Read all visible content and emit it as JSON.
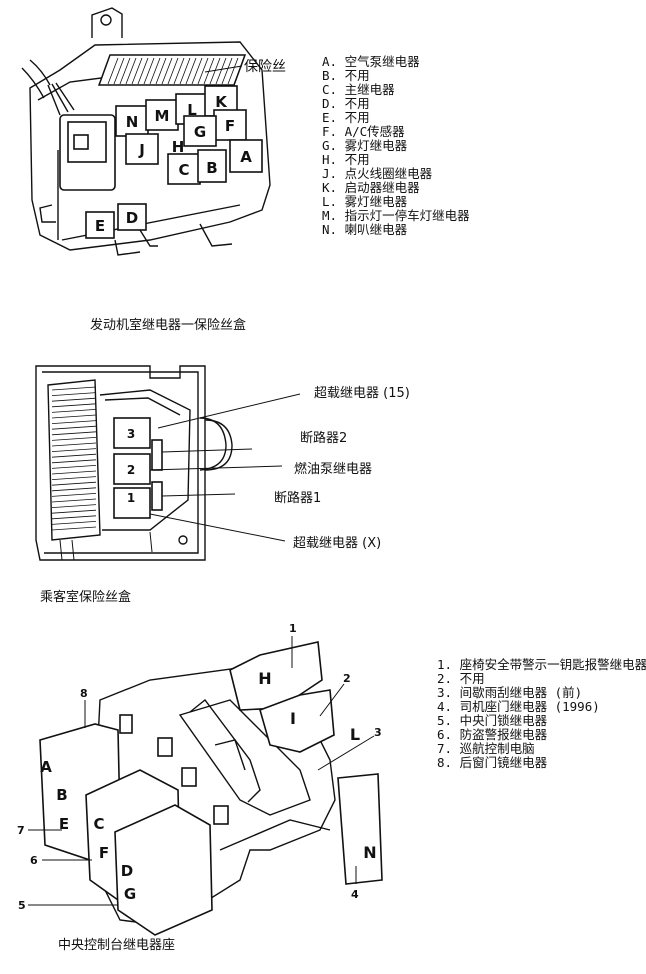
{
  "engine": {
    "caption": "发动机室继电器一保险丝盒",
    "fuse_label": "保险丝",
    "block_letters": [
      "N",
      "M",
      "L",
      "K",
      "F",
      "G",
      "J",
      "H",
      "C",
      "B",
      "A",
      "E",
      "D"
    ],
    "legend": [
      "A. 空气泵继电器",
      "B. 不用",
      "C. 主继电器",
      "D. 不用",
      "E. 不用",
      "F. A/C传感器",
      "G. 雾灯继电器",
      "H. 不用",
      "J. 点火线圈继电器",
      "K. 启动器继电器",
      "L. 雾灯继电器",
      "M. 指示灯一停车灯继电器",
      "N. 喇叭继电器"
    ]
  },
  "cabin": {
    "caption": "乘客室保险丝盒",
    "relay_numbers": [
      "3",
      "2",
      "1"
    ],
    "callouts": {
      "overload15": "超载继电器 (15)",
      "breaker2": "断路器2",
      "fuel_pump": "燃油泵继电器",
      "breaker1": "断路器1",
      "overloadX": "超载继电器 (X)"
    }
  },
  "console": {
    "caption": "中央控制台继电器座",
    "block_letters": [
      "H",
      "I",
      "L",
      "N",
      "A",
      "B",
      "E",
      "C",
      "F",
      "D",
      "G"
    ],
    "numbers": [
      "1",
      "2",
      "3",
      "4",
      "5",
      "6",
      "7",
      "8"
    ],
    "legend": [
      "1. 座椅安全带警示一钥匙报警继电器",
      "2. 不用",
      "3. 间歇雨刮继电器 (前)",
      "4. 司机座门继电器 (1996)",
      "5. 中央门锁继电器",
      "6. 防盗警报继电器",
      "7. 巡航控制电脑",
      "8. 后窗门镜继电器"
    ]
  }
}
